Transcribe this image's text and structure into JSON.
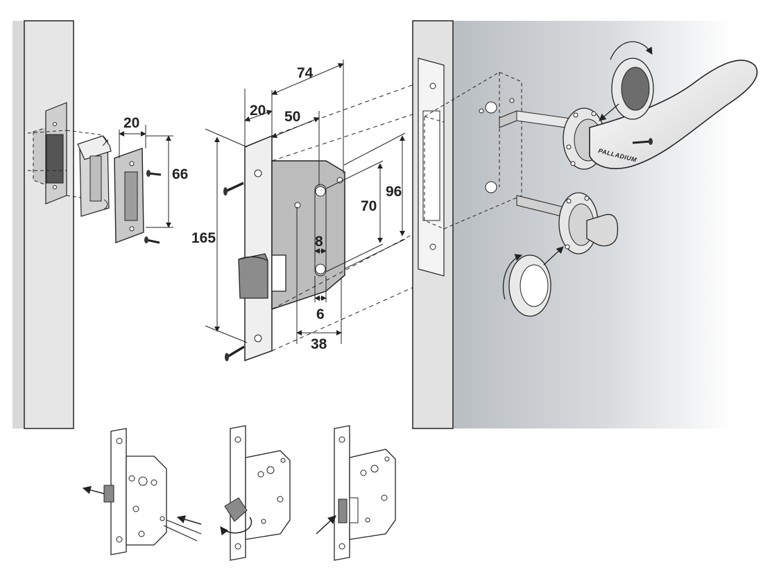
{
  "figure": {
    "door_edge_width": "20",
    "backset": "50",
    "case_depth": "74",
    "case_height": "165",
    "lock_height": "96",
    "center_distance": "70",
    "spindle_size": "8",
    "key_slot_size": "6",
    "bottom_offset": "38",
    "strike_width": "20",
    "strike_height": "66",
    "handle_brand": "PALLADIUM"
  },
  "colors": {
    "background": "#ffffff",
    "metal_fill": "#bcbcbc",
    "door_fill": "#e4e4e4",
    "line": "#222222"
  }
}
